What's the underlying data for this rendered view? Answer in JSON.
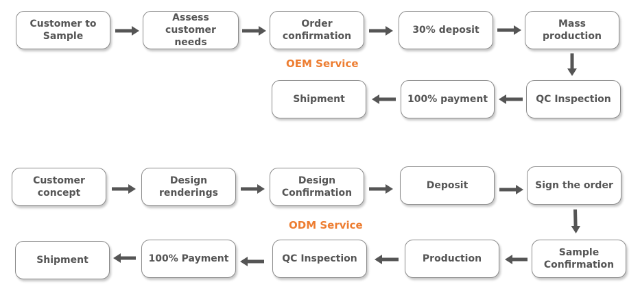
{
  "oem": {
    "title": "OEM Service",
    "steps": [
      "Customer to Sample",
      "Assess customer needs",
      "Order confirmation",
      "30% deposit",
      "Mass production",
      "QC Inspection",
      "100% payment",
      "Shipment"
    ]
  },
  "odm": {
    "title": "ODM Service",
    "steps": [
      "Customer concept",
      "Design renderings",
      "Design Confirmation",
      "Deposit",
      "Sign the order",
      "Sample Confirmation",
      "Production",
      "QC Inspection",
      "100% Payment",
      "Shipment"
    ]
  },
  "colors": {
    "title": "#ed7d31",
    "arrow": "#555555",
    "border": "#8a8a8a",
    "text": "#555555"
  }
}
